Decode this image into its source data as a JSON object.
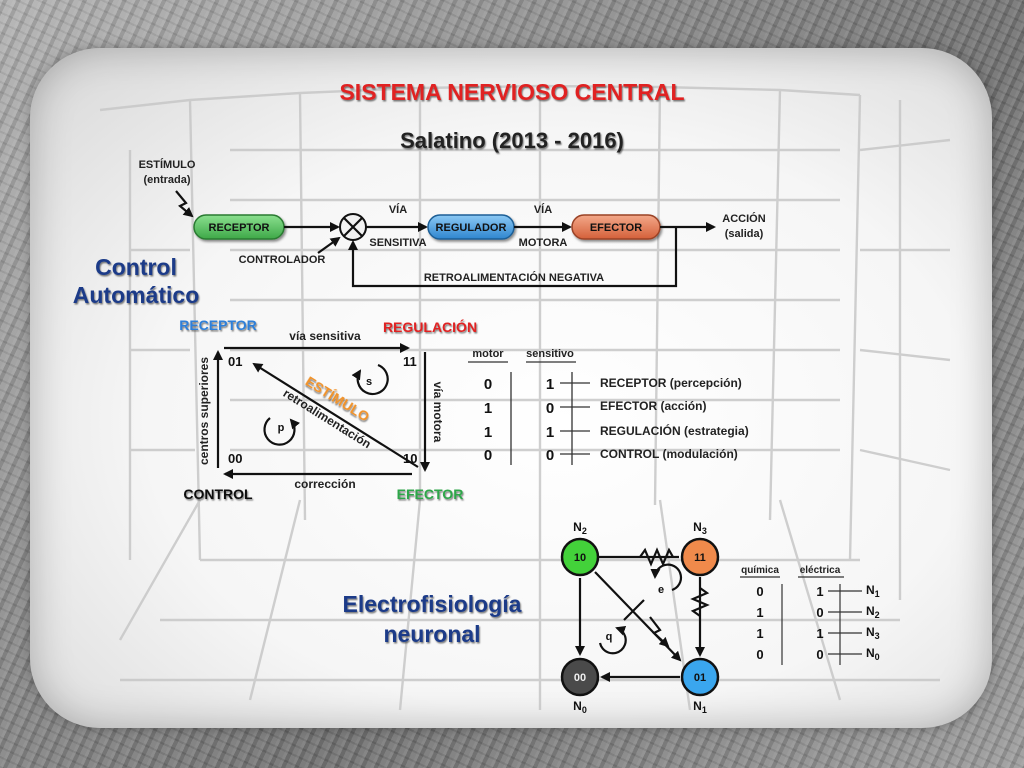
{
  "title": "SISTEMA NERVIOSO CENTRAL",
  "subtitle": "Salatino (2013 - 2016)",
  "control": {
    "heading": [
      "Control",
      "Automático"
    ],
    "stimulus": [
      "ESTÍMULO",
      "(entrada)"
    ],
    "receptor": "RECEPTOR",
    "controller": "CONTROLADOR",
    "via_top_1": "VÍA",
    "via_bottom_1": "SENSITIVA",
    "regulator": "REGULADOR",
    "via_top_2": "VÍA",
    "via_bottom_2": "MOTORA",
    "effector": "EFECTOR",
    "action": [
      "ACCIÓN",
      "(salida)"
    ],
    "feedback": "RETROALIMENTACIÓN NEGATIVA"
  },
  "square": {
    "receptor": "RECEPTOR",
    "regulation": "REGULACIÓN",
    "control": "CONTROL",
    "effector": "EFECTOR",
    "states": {
      "tl": "01",
      "tr": "11",
      "bl": "00",
      "br": "10"
    },
    "top_edge": "vía sensitiva",
    "right_edge": "vía motora",
    "bottom_edge": "corrección",
    "left_edge": "centros superiores",
    "diagonal_1": "ESTÍMULO",
    "diagonal_2": "retroalimentación",
    "loop_s": "s",
    "loop_p": "p"
  },
  "truth_table": {
    "headers": [
      "motor",
      "sensitivo"
    ],
    "rows": [
      {
        "motor": "0",
        "sensitivo": "1",
        "label": "RECEPTOR (percepción)"
      },
      {
        "motor": "1",
        "sensitivo": "0",
        "label": "EFECTOR (acción)"
      },
      {
        "motor": "1",
        "sensitivo": "1",
        "label": "REGULACIÓN (estrategia)"
      },
      {
        "motor": "0",
        "sensitivo": "0",
        "label": "CONTROL (modulación)"
      }
    ]
  },
  "electro": {
    "heading": [
      "Electrofisiología",
      "neuronal"
    ],
    "nodes": [
      {
        "id": "10",
        "name": "N",
        "sub": "2",
        "color": "#43d23a"
      },
      {
        "id": "11",
        "name": "N",
        "sub": "3",
        "color": "#f08a4b"
      },
      {
        "id": "00",
        "name": "N",
        "sub": "0",
        "color": "#4a4a4a"
      },
      {
        "id": "01",
        "name": "N",
        "sub": "1",
        "color": "#3aa6ee"
      }
    ],
    "loop_e": "e",
    "loop_q": "q",
    "table_headers": [
      "química",
      "eléctrica"
    ],
    "table_rows": [
      {
        "quimica": "0",
        "electrica": "1",
        "name": "N",
        "sub": "1"
      },
      {
        "quimica": "1",
        "electrica": "0",
        "name": "N",
        "sub": "2"
      },
      {
        "quimica": "1",
        "electrica": "1",
        "name": "N",
        "sub": "3"
      },
      {
        "quimica": "0",
        "electrica": "0",
        "name": "N",
        "sub": "0"
      }
    ]
  },
  "colors": {
    "title_red": "#e02020",
    "green_box": "#5fce66",
    "blue_box": "#4aa6e8",
    "orange_box": "#e8805a",
    "accent_blue": "#2f7fd8",
    "accent_red": "#e02020",
    "accent_green": "#2ea64a",
    "accent_orange": "#f0922a",
    "heading_blue": "#1c3b88"
  }
}
